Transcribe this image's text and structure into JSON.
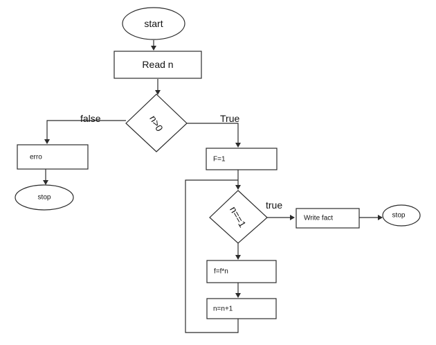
{
  "diagram": {
    "type": "flowchart",
    "nodes": {
      "start": {
        "shape": "ellipse",
        "label": "start"
      },
      "read_n": {
        "shape": "rect",
        "label": "Read n"
      },
      "cond_n_gt_0": {
        "shape": "diamond",
        "label": "n>0"
      },
      "error": {
        "shape": "rect",
        "label": "erro"
      },
      "stop_left": {
        "shape": "ellipse",
        "label": "stop"
      },
      "init_f": {
        "shape": "rect",
        "label": "F=1"
      },
      "cond_n_eq_1": {
        "shape": "diamond",
        "label": "n==1"
      },
      "write_fact": {
        "shape": "rect",
        "label": "Write fact"
      },
      "stop_right": {
        "shape": "ellipse",
        "label": "stop"
      },
      "mult_f": {
        "shape": "rect",
        "label": "f=f*n"
      },
      "incr_n": {
        "shape": "rect",
        "label": "n=n+1"
      }
    },
    "edges": {
      "false_branch": {
        "from": "cond_n_gt_0",
        "to": "error",
        "label": "false"
      },
      "true_branch": {
        "from": "cond_n_gt_0",
        "to": "init_f",
        "label": "True"
      },
      "loop_true": {
        "from": "cond_n_eq_1",
        "to": "write_fact",
        "label": "true"
      }
    },
    "connections": [
      {
        "from": "start",
        "to": "read_n"
      },
      {
        "from": "read_n",
        "to": "cond_n_gt_0"
      },
      {
        "from": "error",
        "to": "stop_left"
      },
      {
        "from": "init_f",
        "to": "cond_n_eq_1"
      },
      {
        "from": "write_fact",
        "to": "stop_right"
      },
      {
        "from": "cond_n_eq_1",
        "to": "mult_f"
      },
      {
        "from": "mult_f",
        "to": "incr_n"
      },
      {
        "from": "incr_n",
        "to": "cond_n_eq_1"
      }
    ]
  }
}
